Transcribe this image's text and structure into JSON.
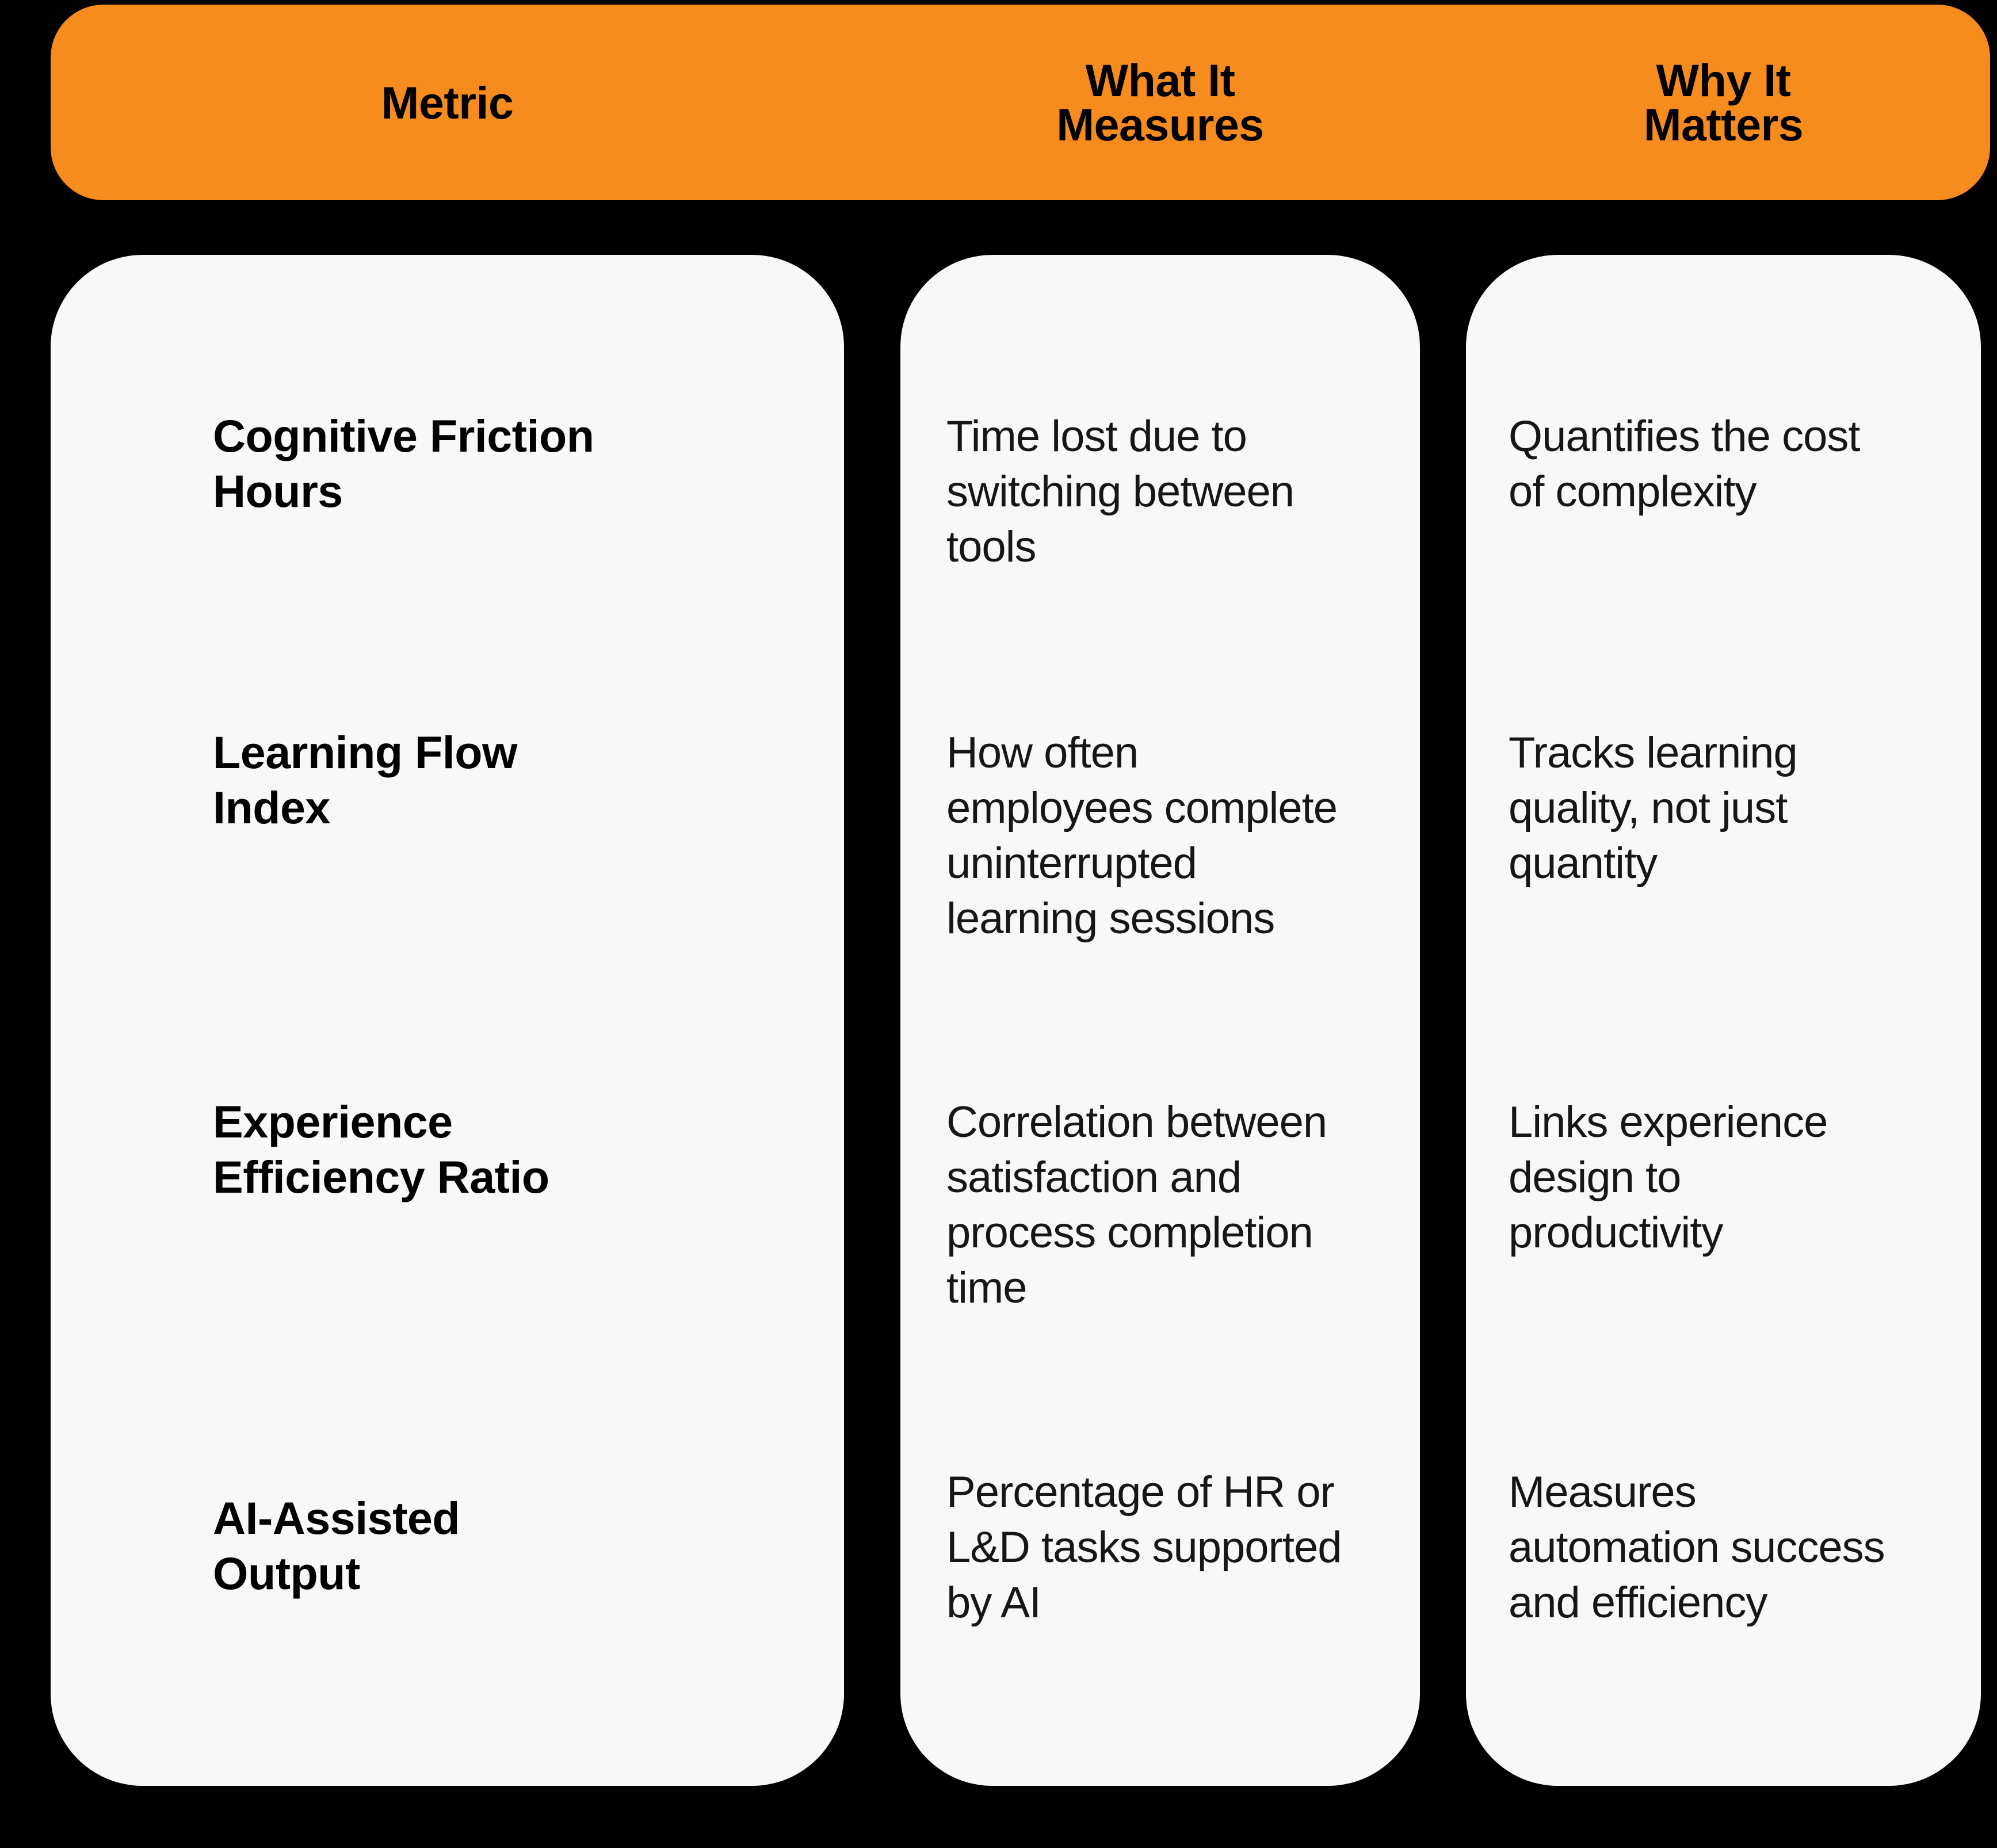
{
  "title": "Metrics table: what each metric measures and why it matters",
  "colors": {
    "background": "#000000",
    "header_bg": "#F78C1E",
    "card_bg": "#F8F8F8",
    "header_text": "#000000",
    "metric_text": "#000000",
    "body_text": "#161616"
  },
  "chart_data": {
    "type": "table",
    "columns": [
      {
        "id": "metric",
        "label": "Metric"
      },
      {
        "id": "what_it_measures",
        "label": "What It\nMeasures"
      },
      {
        "id": "why_it_matters",
        "label": "Why It\nMatters"
      }
    ],
    "rows": [
      {
        "metric": "Cognitive Friction\nHours",
        "what_it_measures": "Time lost due to\nswitching between\ntools",
        "why_it_matters": "Quantifies the cost\nof complexity"
      },
      {
        "metric": "Learning Flow\nIndex",
        "what_it_measures": "How often\nemployees complete\nuninterrupted\nlearning sessions",
        "why_it_matters": "Tracks learning\nquality, not just\nquantity"
      },
      {
        "metric": "Experience\nEfficiency Ratio",
        "what_it_measures": "Correlation between\nsatisfaction and\nprocess completion\ntime",
        "why_it_matters": "Links experience\ndesign to\nproductivity"
      },
      {
        "metric": "AI-Assisted\nOutput",
        "what_it_measures": "Percentage of HR or\nL&D tasks supported\nby AI",
        "why_it_matters": "Measures\nautomation success\nand efficiency"
      }
    ]
  }
}
